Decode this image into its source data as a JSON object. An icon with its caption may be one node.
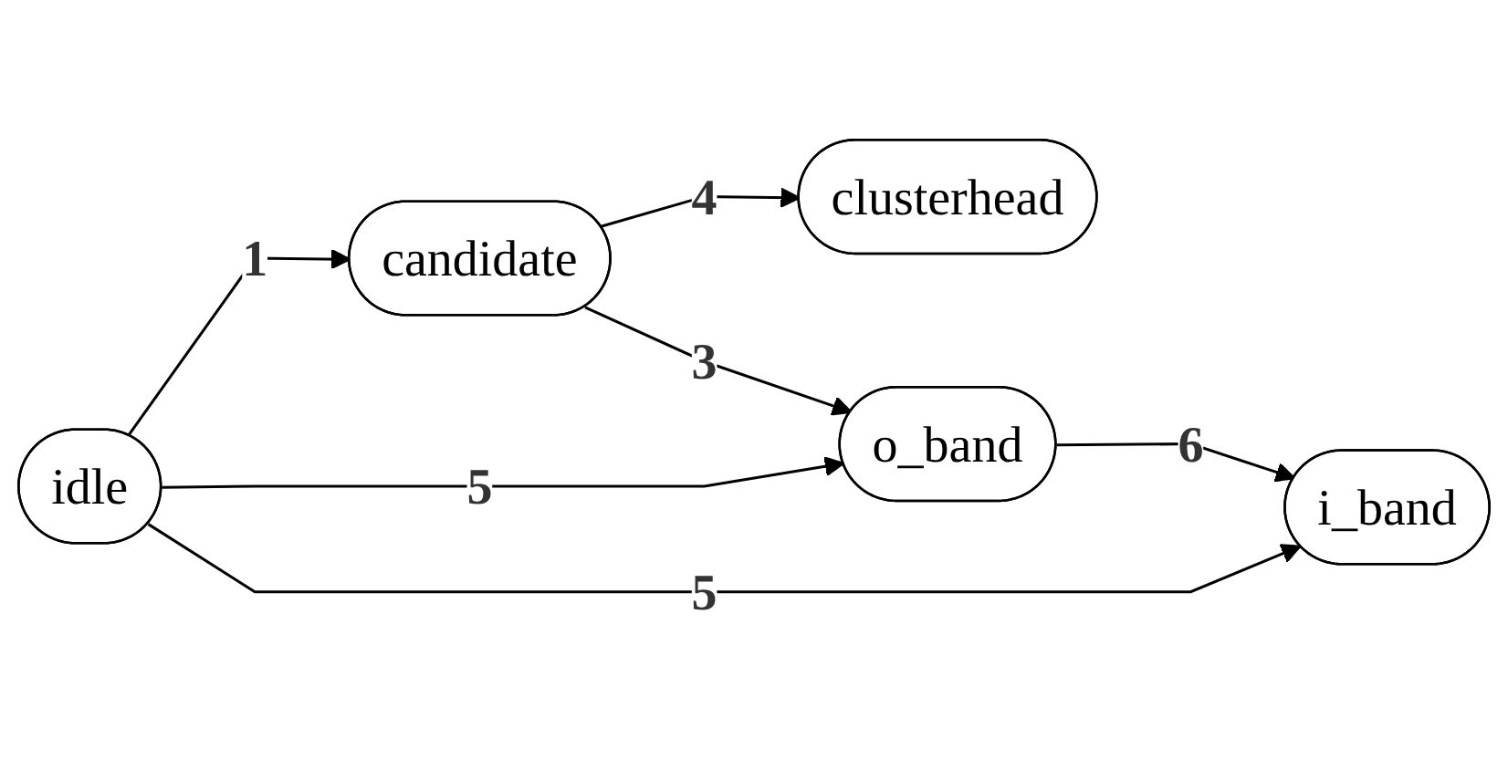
{
  "diagram": {
    "nodes": [
      {
        "text": [
          "idle"
        ]
      },
      {
        "text": [
          "candidate"
        ]
      },
      {
        "text": [
          "clusterhead"
        ]
      },
      {
        "text": [
          "i_band"
        ]
      },
      {
        "text": [
          "o_band"
        ]
      }
    ],
    "edges": [
      {
        "from": 0,
        "to": 1,
        "arrow": "to",
        "label": "1"
      },
      {
        "from": 1,
        "to": 2,
        "arrow": "to",
        "label": "4"
      },
      {
        "from": 1,
        "to": 4,
        "arrow": "to",
        "label": "3"
      },
      {
        "from": 0,
        "to": 4,
        "arrow": "to",
        "label": "5"
      },
      {
        "from": 0,
        "to": 3,
        "arrow": "to",
        "label": "5"
      },
      {
        "from": 4,
        "to": 3,
        "arrow": "to",
        "label": "6"
      }
    ]
  }
}
